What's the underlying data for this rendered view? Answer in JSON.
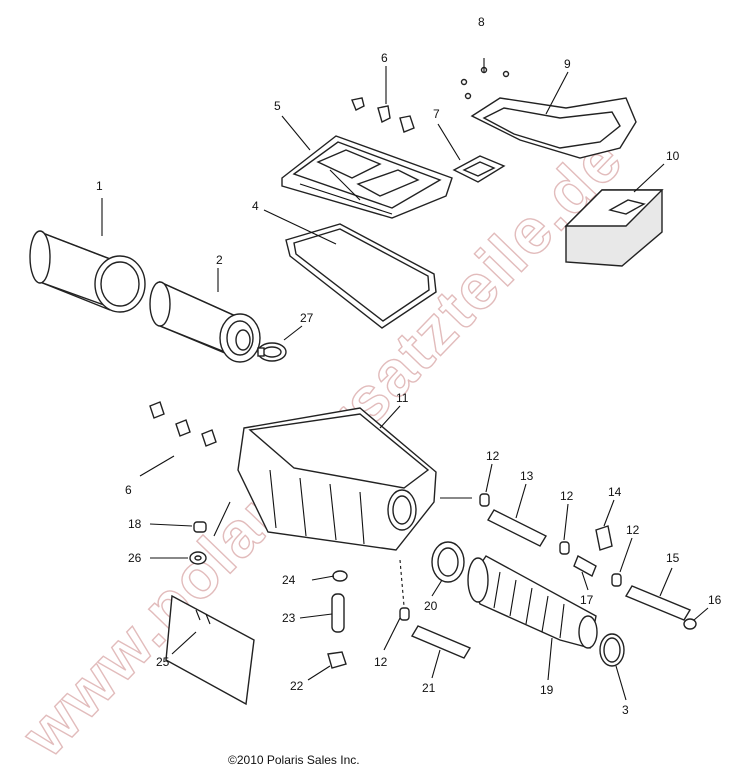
{
  "watermark": "www.polarisersatzteile.de",
  "copyright": "©2010 Polaris Sales Inc.",
  "callouts": {
    "c1": "1",
    "c2": "2",
    "c3": "3",
    "c4": "4",
    "c5": "5",
    "c6a": "6",
    "c6b": "6",
    "c7": "7",
    "c8": "8",
    "c9": "9",
    "c10": "10",
    "c11": "11",
    "c12a": "12",
    "c12b": "12",
    "c12c": "12",
    "c12d": "12",
    "c13": "13",
    "c14": "14",
    "c15": "15",
    "c16": "16",
    "c17": "17",
    "c18": "18",
    "c19": "19",
    "c20": "20",
    "c21": "21",
    "c22": "22",
    "c23": "23",
    "c24": "24",
    "c25": "25",
    "c26": "26",
    "c27": "27"
  }
}
